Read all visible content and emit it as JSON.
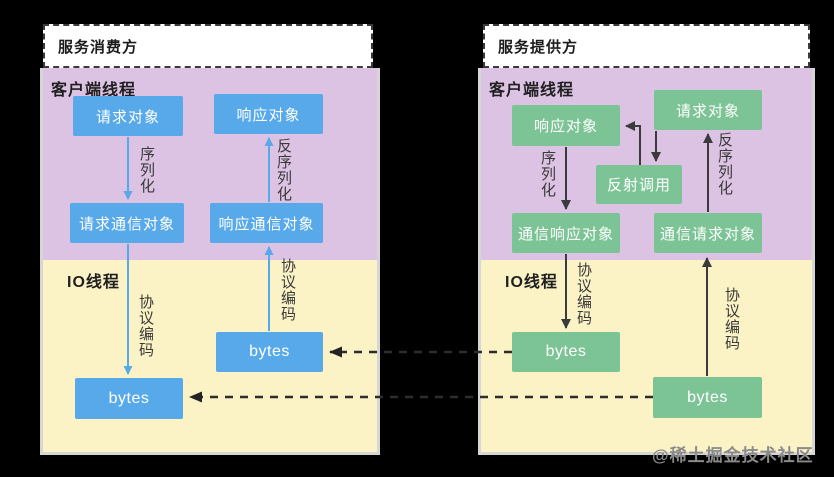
{
  "watermark": "@稀土掘金技术社区",
  "colors": {
    "background": "#000000",
    "client_thread_bg": "#dcc2e3",
    "io_thread_bg": "#fbf2c5",
    "consumer_node": "#57a9e9",
    "provider_node": "#7cc495",
    "consumer_arrow": "#57a9e9",
    "provider_arrow": "#3b3b3b",
    "dashed_arrow": "#2d2d2d"
  },
  "consumer": {
    "title": "服务消费方",
    "sections": {
      "client_thread": "客户端线程",
      "io_thread": "IO线程"
    },
    "nodes": {
      "request_object": "请求对象",
      "response_object": "响应对象",
      "request_comm_object": "请求通信对象",
      "response_comm_object": "响应通信对象",
      "incoming_bytes": "bytes",
      "outgoing_bytes": "bytes"
    },
    "edge_labels": {
      "serialize": "序列化",
      "deserialize": "反序列化",
      "protocol_encode": "协议编码",
      "protocol_decode": "协议编码"
    }
  },
  "provider": {
    "title": "服务提供方",
    "sections": {
      "client_thread": "客户端线程",
      "io_thread": "IO线程"
    },
    "nodes": {
      "response_object": "响应对象",
      "request_object": "请求对象",
      "reflection_call": "反射调用",
      "comm_response_object": "通信响应对象",
      "comm_request_object": "通信请求对象",
      "response_bytes": "bytes",
      "request_bytes": "bytes"
    },
    "edge_labels": {
      "serialize": "序列化",
      "deserialize": "反序列化",
      "protocol_encode": "协议编码",
      "protocol_decode": "协议编码"
    }
  }
}
